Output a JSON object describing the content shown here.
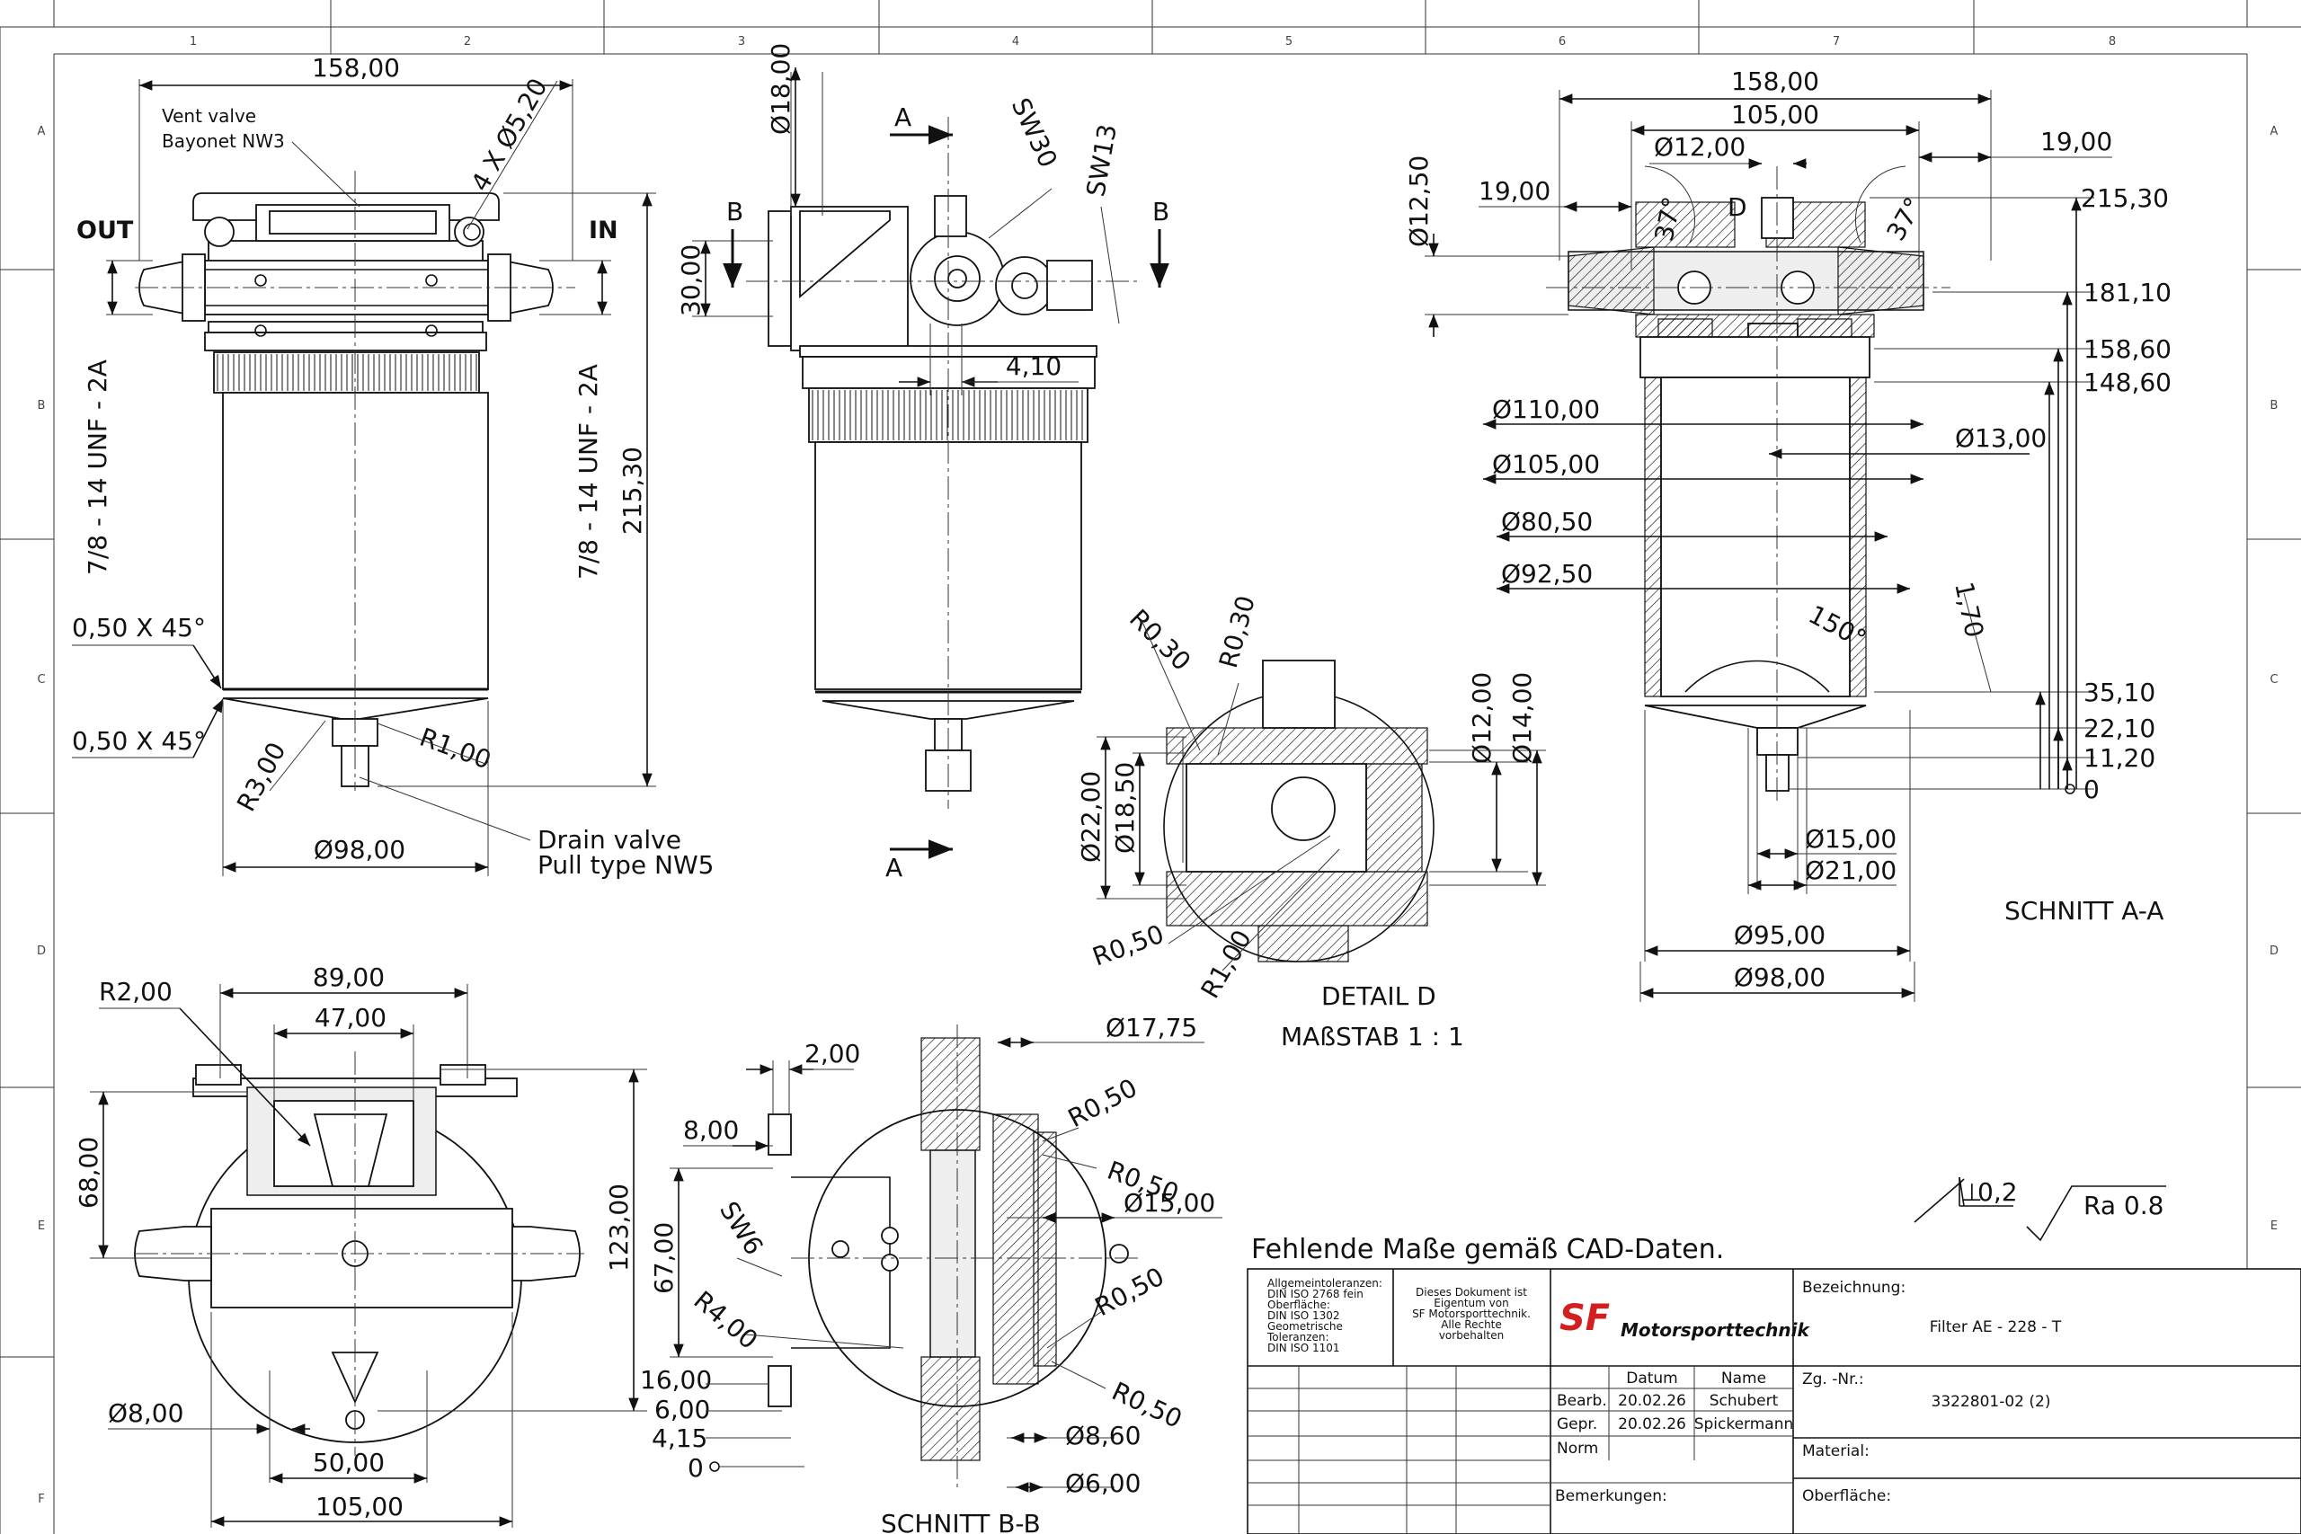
{
  "zones": {
    "columns": [
      "1",
      "2",
      "3",
      "4",
      "5",
      "6",
      "7",
      "8"
    ],
    "rows": [
      "A",
      "B",
      "C",
      "D",
      "E",
      "F"
    ]
  },
  "front_view": {
    "label_out": "OUT",
    "label_in": "IN",
    "vent_valve": "Vent valve",
    "vent_bayonet": "Bayonet NW3",
    "width_158": "158,00",
    "holes": "4 X Ø5,20",
    "thread_left": "7/8 - 14 UNF - 2A",
    "thread_right": "7/8 - 14 UNF - 2A",
    "height_215": "215,30",
    "chamfer_top": "0,50 X 45°",
    "chamfer_bottom": "0,50 X 45°",
    "r1": "R1,00",
    "r3": "R3,00",
    "drain_valve": "Drain valve",
    "drain_type": "Pull type NW5",
    "dia_98": "Ø98,00"
  },
  "side_view": {
    "d18": "Ø18,00",
    "h30": "30,00",
    "sw30": "SW30",
    "sw13": "SW13",
    "w410": "4,10",
    "sec_a_top": "A",
    "sec_a_bottom": "A",
    "sec_b_left": "B",
    "sec_b_right": "B"
  },
  "detail_d": {
    "r030a": "R0,30",
    "r030b": "R0,30",
    "d12": "Ø12,00",
    "d14": "Ø14,00",
    "d22": "Ø22,00",
    "d1850": "Ø18,50",
    "r050": "R0,50",
    "r100": "R1,00",
    "title": "DETAIL D",
    "scale": "MAßSTAB  1 : 1"
  },
  "section_aa": {
    "w158": "158,00",
    "w105": "105,00",
    "d12": "Ø12,00",
    "w19l": "19,00",
    "w19r": "19,00",
    "d1250": "Ø12,50",
    "ang37l": "37°",
    "ang37r": "37°",
    "label_d": "D",
    "h21530": "215,30",
    "h18110": "181,10",
    "h15860": "158,60",
    "h14860": "148,60",
    "d110": "Ø110,00",
    "d105": "Ø105,00",
    "d13": "Ø13,00",
    "d8050": "Ø80,50",
    "d9250": "Ø92,50",
    "t170": "1,70",
    "ang150": "150°",
    "h3510": "35,10",
    "h2210": "22,10",
    "h1120": "11,20",
    "h0": "0",
    "d15": "Ø15,00",
    "d21": "Ø21,00",
    "d95": "Ø95,00",
    "d98": "Ø98,00",
    "title": "SCHNITT A-A"
  },
  "bottom_view": {
    "r2": "R2,00",
    "w89": "89,00",
    "w47": "47,00",
    "h68": "68,00",
    "h123": "123,00",
    "d8": "Ø8,00",
    "w50": "50,00",
    "w105": "105,00"
  },
  "section_bb": {
    "w2": "2,00",
    "w8": "8,00",
    "sw6": "SW6",
    "h67": "67,00",
    "r4": "R4,00",
    "h16": "16,00",
    "h6": "6,00",
    "h415": "4,15",
    "h0": "0",
    "d1775": "Ø17,75",
    "r050a": "R0,50",
    "r050b": "R0,50",
    "d15": "Ø15,00",
    "r050c": "R0,50",
    "r050d": "R0,50",
    "d860": "Ø8,60",
    "d6": "Ø6,00",
    "title": "SCHNITT B-B"
  },
  "notes": {
    "missing": "Fehlende Maße gemäß CAD-Daten.",
    "flatness": "0,2",
    "roughness": "Ra 0.8"
  },
  "title_block": {
    "tolerances": [
      "Allgemeintoleranzen:",
      "DIN ISO 2768 fein",
      "Oberfläche:",
      "DIN ISO 1302",
      "Geometrische",
      "Toleranzen:",
      "DIN ISO 1101"
    ],
    "copyright": [
      "Dieses Dokument ist",
      "Eigentum von",
      "SF Motorsporttechnik.",
      "Alle Rechte",
      "vorbehalten"
    ],
    "logo_sf": "SF",
    "logo_text": "Motorsporttechnik",
    "col_datum": "Datum",
    "col_name": "Name",
    "row_bearb": "Bearb.",
    "row_gepr": "Gepr.",
    "row_norm": "Norm",
    "bearb_date": "20.02.26",
    "bearb_name": "Schubert",
    "gepr_date": "20.02.26",
    "gepr_name": "Spickermann",
    "bemerkungen": "Bemerkungen:",
    "bezeichnung_label": "Bezeichnung:",
    "bezeichnung": "Filter AE - 228 - T",
    "zg_label": "Zg. -Nr.:",
    "zg_nr": "3322801-02 (2)",
    "material_label": "Material:",
    "oberflaeche_label": "Oberfläche:"
  },
  "colors": {
    "line": "#111111",
    "logo_red": "#d21f1f",
    "paper": "#ffffff"
  }
}
